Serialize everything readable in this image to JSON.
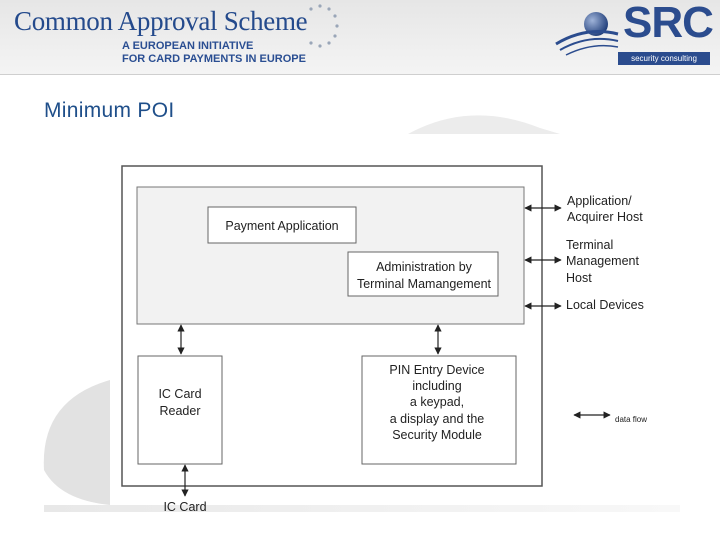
{
  "header": {
    "title": "Common Approval Scheme",
    "subtitle_line1": "A EUROPEAN INITIATIVE",
    "subtitle_line2": "FOR CARD PAYMENTS IN EUROPE",
    "src_logo": "SRC",
    "src_tagline": "security consulting"
  },
  "page_title": "Minimum POI",
  "diagram": {
    "payment_application": "Payment Application",
    "admin_line1": "Administration by",
    "admin_line2": "Terminal Mamangement",
    "ic_reader_line1": "IC Card",
    "ic_reader_line2": "Reader",
    "ped_line1": "PIN Entry Device",
    "ped_line2": "including",
    "ped_line3": "a keypad,",
    "ped_line4": "a display and the",
    "ped_line5": "Security Module",
    "ic_card": "IC Card",
    "acq_line1": "Application/",
    "acq_line2": "Acquirer Host",
    "tmh_line1": "Terminal",
    "tmh_line2": "Management",
    "tmh_line3": "Host",
    "local_devices": "Local Devices",
    "data_flow": "data flow"
  },
  "colors": {
    "brand_blue": "#244a8c",
    "title_blue": "#1f4f8a",
    "box_stroke": "#555555"
  }
}
